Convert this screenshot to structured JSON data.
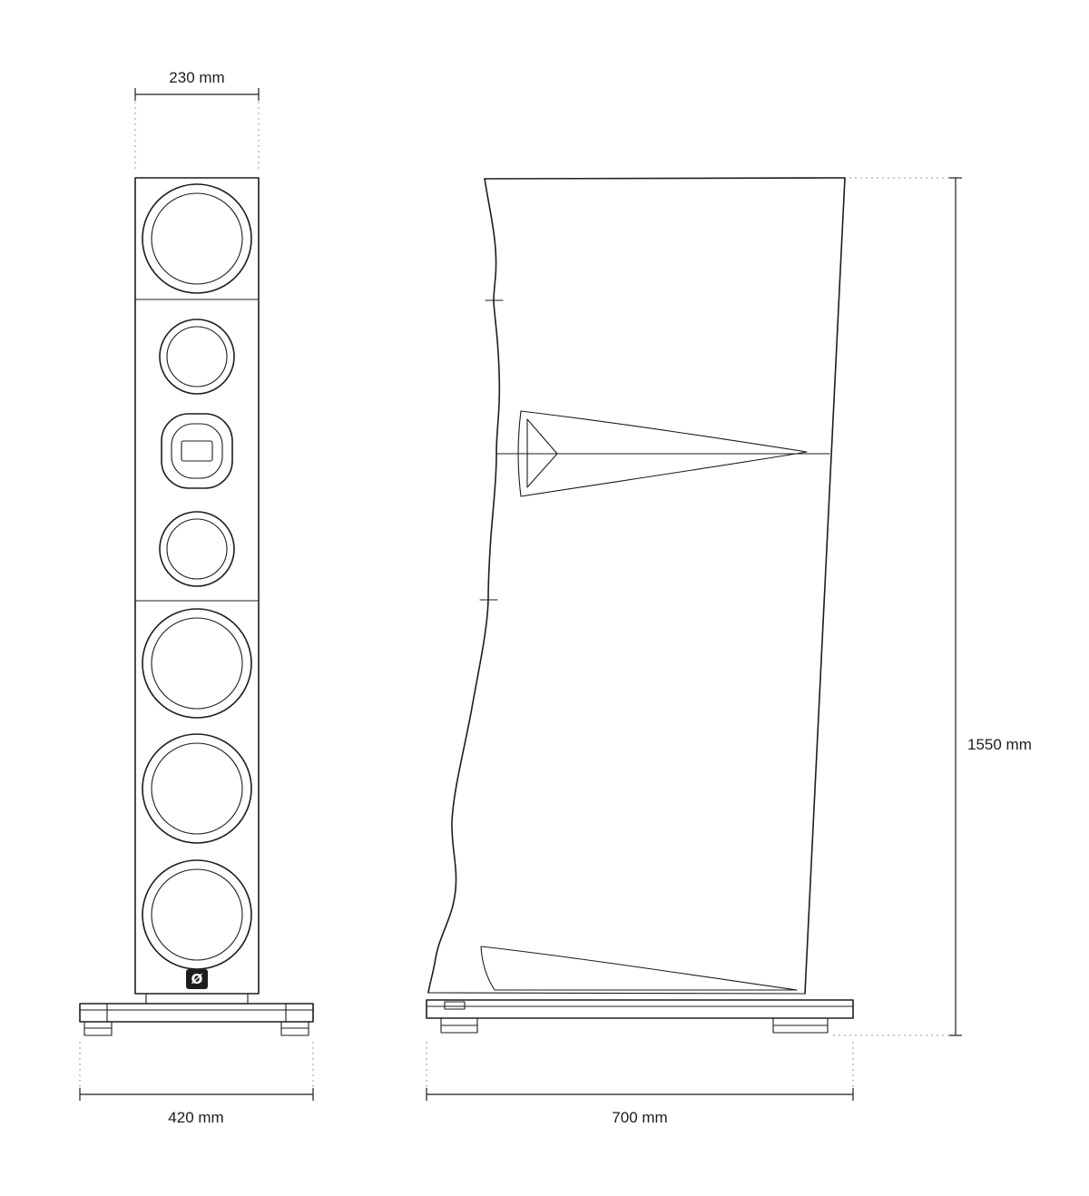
{
  "drawing": {
    "subject": "floorstanding-loudspeaker-dimensional-drawing",
    "dimensions": {
      "cabinet_width": "230 mm",
      "base_width": "420 mm",
      "base_depth": "700 mm",
      "height": "1550 mm"
    },
    "logo_glyph": "Ø",
    "colors": {
      "line": "#1d1d1b",
      "extension_line": "#9a9a9a",
      "background": "#ffffff"
    }
  }
}
